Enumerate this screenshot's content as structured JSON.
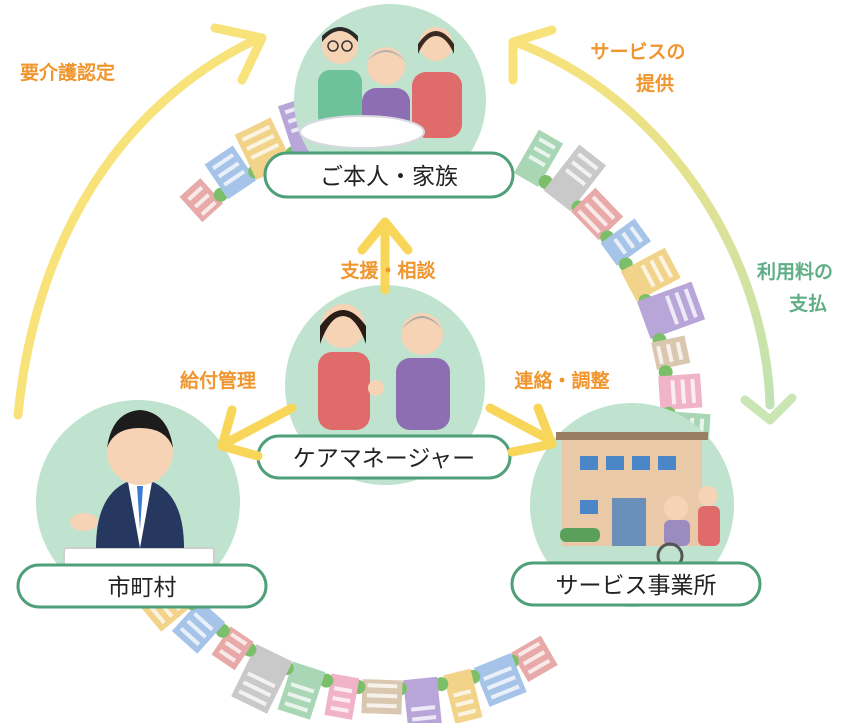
{
  "nodes": {
    "family": "ご本人・家族",
    "care_manager": "ケアマネージャー",
    "municipality": "市町村",
    "service_provider": "サービス事業所"
  },
  "flows": {
    "certification": "要介護認定",
    "service_provision_line1": "サービスの",
    "service_provision_line2": "提供",
    "fee_payment_line1": "利用料の",
    "fee_payment_line2": "支払",
    "support_consultation": "支援・相談",
    "benefit_management": "給付管理",
    "liaison_coordination": "連絡・調整"
  },
  "colors": {
    "node_circle": "#bfe3cf",
    "pill_border": "#4f9f7a",
    "orange_label": "#f0962e",
    "green_label": "#5fae86",
    "yellow_arrow": "#f8e27a",
    "pale_green_arrow": "#c9e6b4",
    "inner_arrow": "#f7d65a"
  }
}
